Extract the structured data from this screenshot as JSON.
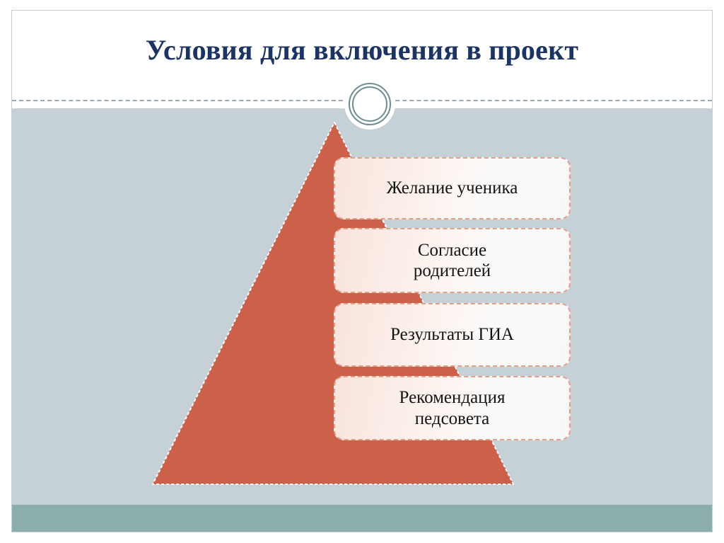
{
  "slide": {
    "title": "Условия для включения в проект",
    "colors": {
      "title_text": "#1c3365",
      "body_background": "#c6d1d7",
      "footer_band": "#8cafae",
      "pyramid_fill": "#cc6049",
      "pyramid_outline": "#ffffff",
      "box_border": "#e3a089",
      "ring_stroke": "#6b8e92",
      "frame_border": "#c3cfd4",
      "divider": "#9aa9b2"
    },
    "decorations": {
      "ring_name": "double-circle-ornament",
      "divider_name": "dashed-divider"
    },
    "diagram": {
      "shape": "pyramid",
      "shape_label": "triangle-pyramid",
      "levels": [
        {
          "index": 1,
          "text": "Желание ученика"
        },
        {
          "index": 2,
          "text": "Согласие\nродителей"
        },
        {
          "index": 3,
          "text": "Результаты ГИА"
        },
        {
          "index": 4,
          "text": "Рекомендация\nпедсовета"
        }
      ]
    }
  }
}
